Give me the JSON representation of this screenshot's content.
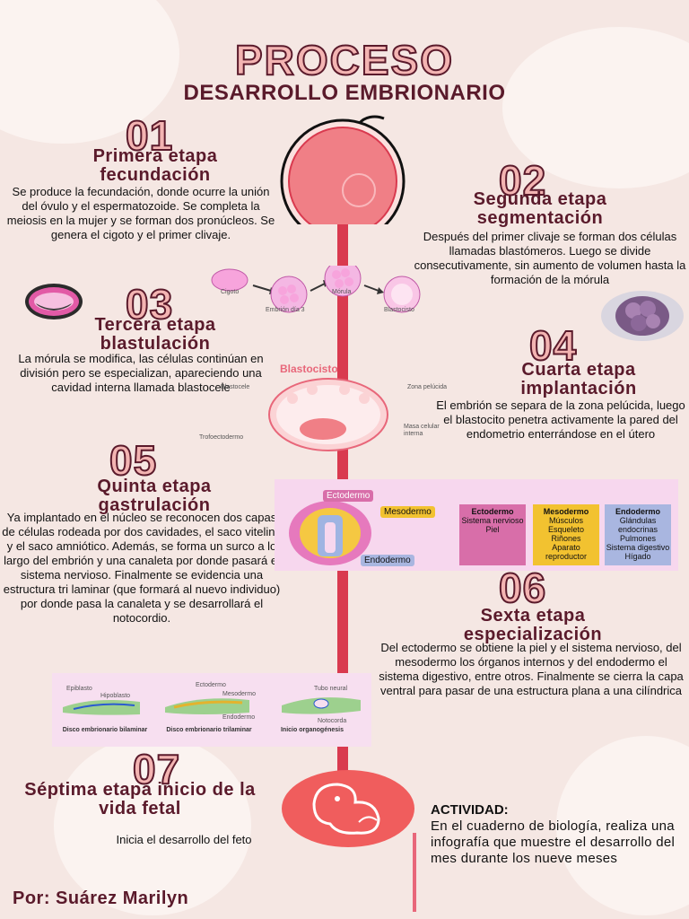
{
  "header": {
    "title": "PROCESO",
    "subtitle": "DESARROLLO EMBRIONARIO"
  },
  "stages": [
    {
      "number": "01",
      "title": "Primera etapa fecundación",
      "text": "Se produce la fecundación, donde ocurre la unión del óvulo y el espermatozoide. Se completa la meiosis en la mujer y se forman dos pronúcleos. Se genera el cigoto y el primer clivaje."
    },
    {
      "number": "02",
      "title": "Segunda etapa segmentación",
      "text": "Después del primer clivaje se forman dos células llamadas blastómeros. Luego se divide consecutivamente, sin aumento de volumen hasta la formación de la mórula"
    },
    {
      "number": "03",
      "title": "Tercera etapa blastulación",
      "text": "La mórula se modifica, las células continúan en división pero se especializan, apareciendo una cavidad interna llamada blastocele"
    },
    {
      "number": "04",
      "title": "Cuarta etapa implantación",
      "text": "El embrión se separa de la zona pelúcida, luego el blastocito penetra activamente la pared del endometrio enterrándose en el útero"
    },
    {
      "number": "05",
      "title": "Quinta etapa gastrulación",
      "text": "Ya implantado en el núcleo se reconocen dos capas de células rodeada por dos cavidades, el saco vitelino y el saco amniótico. Además, se forma un surco a lo largo del embrión y una canaleta por donde pasará el sistema nervioso. Finalmente se evidencia una estructura tri laminar (que formará al nuevo individuo) por donde pasa la canaleta y se desarrollará el notocordio."
    },
    {
      "number": "06",
      "title": "Sexta etapa especialización",
      "text": "Del ectodermo se obtiene la piel y el sistema nervioso, del mesodermo los órganos internos y del endodermo el sistema digestivo, entre otros. Finalmente se cierra la capa ventral para pasar de una estructura plana a una cilíndrica"
    },
    {
      "number": "07",
      "title": "Séptima etapa inicio de la vida fetal",
      "text": "Inicia el desarrollo del feto"
    }
  ],
  "segmentation_diagram": {
    "labels": [
      "Cigoto",
      "Embrión día 3",
      "Mórula",
      "Blastocisto"
    ]
  },
  "blastocyst_diagram": {
    "title": "Blastocisto",
    "labels": [
      "Blastocele",
      "Zona pelúcida",
      "Masa celular interna",
      "Trofoectodermo"
    ]
  },
  "germ_layers": {
    "labels": [
      "Ectodermo",
      "Mesodermo",
      "Endodermo"
    ],
    "columns": [
      {
        "name": "Ectodermo",
        "items": [
          "Sistema nervioso",
          "Piel"
        ],
        "color": "#d86ea9"
      },
      {
        "name": "Mesodermo",
        "items": [
          "Músculos",
          "Esqueleto",
          "Riñones",
          "Aparato reproductor"
        ],
        "color": "#f2c230"
      },
      {
        "name": "Endodermo",
        "items": [
          "Glándulas endocrinas",
          "Pulmones",
          "Sistema digestivo",
          "Hígado"
        ],
        "color": "#a9b6e0"
      }
    ]
  },
  "embryo_disc_diagram": {
    "labels": [
      "Epiblasto",
      "Hipoblasto",
      "Ectodermo",
      "Mesodermo",
      "Endodermo",
      "Tubo neural",
      "Notocorda"
    ],
    "captions": [
      "Disco embrionario bilaminar",
      "Disco embrionario trilaminar",
      "Inicio organogénesis"
    ]
  },
  "activity": {
    "title": "ACTIVIDAD:",
    "text": "En el cuaderno de biología, realiza una infografía que muestre el desarrollo del mes durante los nueve meses"
  },
  "author": "Por: Suárez Marilyn",
  "colors": {
    "background": "#f5e7e3",
    "accent": "#d93a4f",
    "heading": "#5a1a2b",
    "number_fill": "#f3b4b2"
  }
}
